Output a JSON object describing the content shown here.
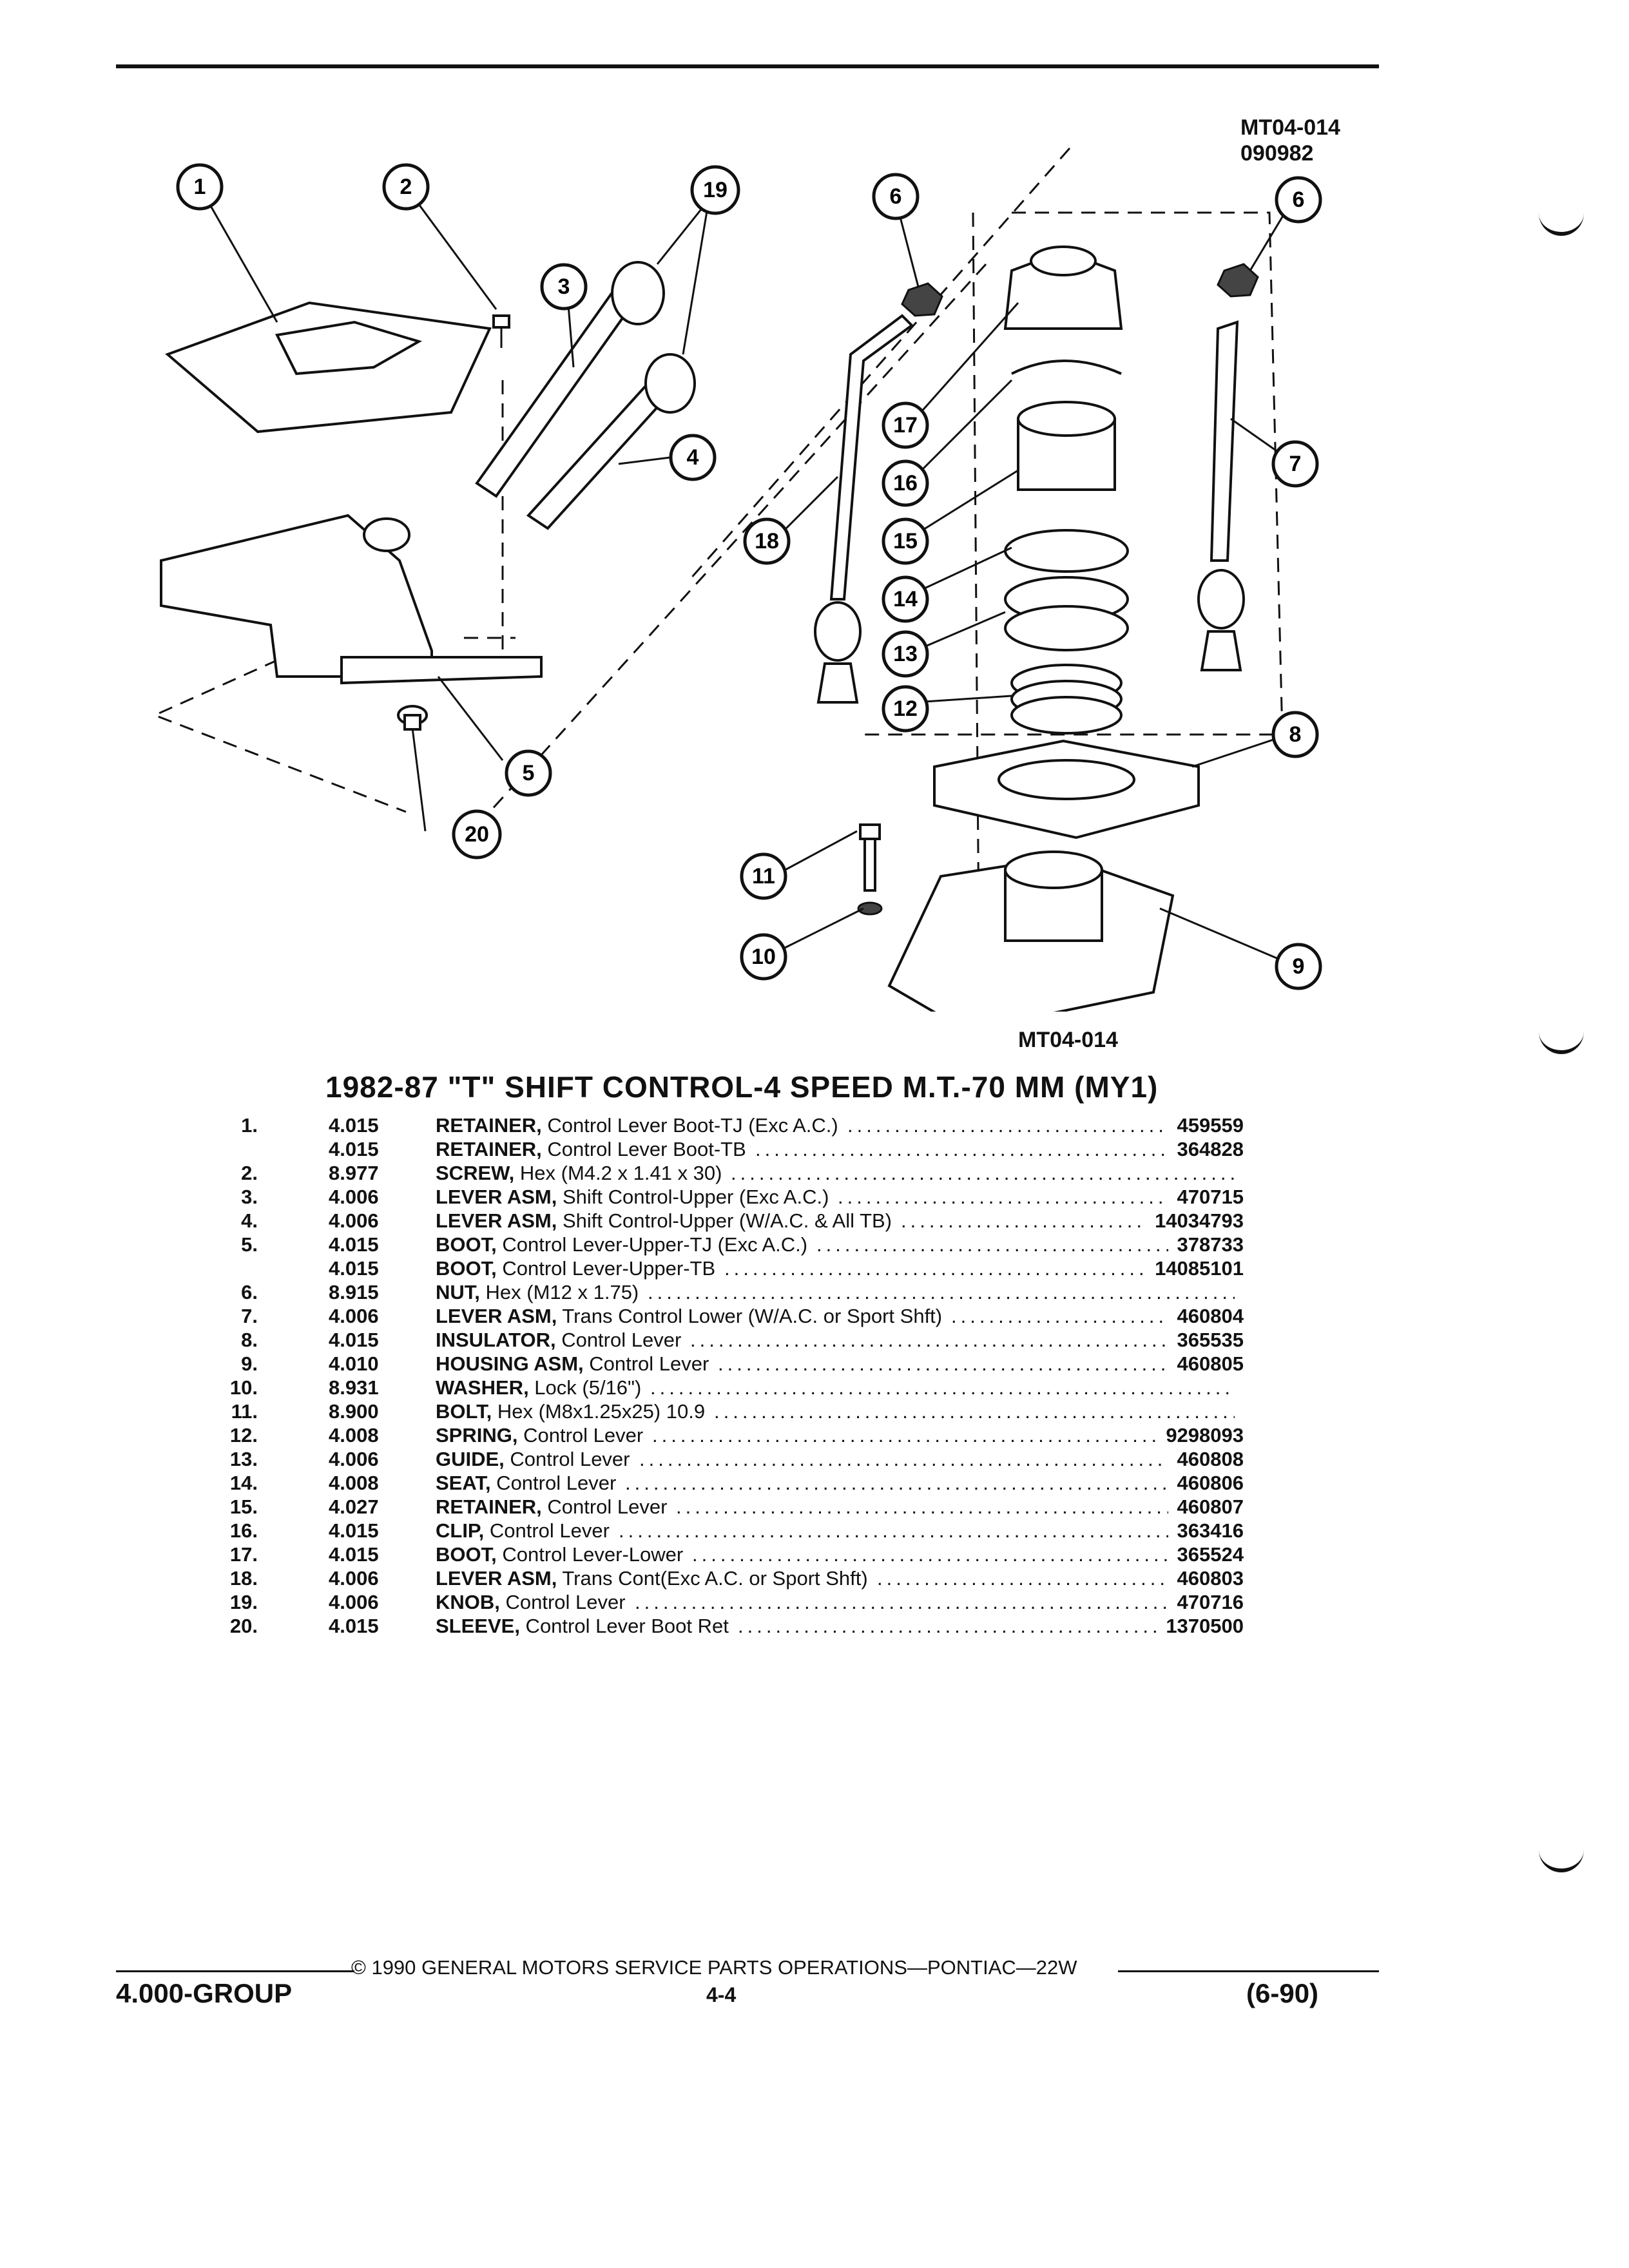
{
  "header": {
    "ref_code_1": "MT04-014",
    "ref_code_2": "090982"
  },
  "figure": {
    "caption": "MT04-014",
    "callouts": [
      "1",
      "2",
      "19",
      "3",
      "4",
      "5",
      "20",
      "6",
      "17",
      "16",
      "15",
      "14",
      "13",
      "12",
      "18",
      "11",
      "10",
      "6",
      "7",
      "8",
      "9"
    ]
  },
  "title": "1982-87 \"T\" SHIFT CONTROL-4 SPEED M.T.-70 MM (MY1)",
  "parts": [
    {
      "num": "1.",
      "group": "4.015",
      "name": "RETAINER,",
      "desc": " Control Lever Boot-TJ (Exc A.C.)",
      "part": "459559"
    },
    {
      "num": "",
      "group": "4.015",
      "name": "RETAINER,",
      "desc": " Control Lever Boot-TB",
      "part": "364828"
    },
    {
      "num": "2.",
      "group": "8.977",
      "name": "SCREW,",
      "desc": " Hex (M4.2 x 1.41 x 30)",
      "part": ""
    },
    {
      "num": "3.",
      "group": "4.006",
      "name": "LEVER ASM,",
      "desc": " Shift Control-Upper (Exc A.C.)",
      "part": "470715"
    },
    {
      "num": "4.",
      "group": "4.006",
      "name": "LEVER ASM,",
      "desc": " Shift Control-Upper (W/A.C. & All TB)",
      "part": "14034793"
    },
    {
      "num": "5.",
      "group": "4.015",
      "name": "BOOT,",
      "desc": " Control Lever-Upper-TJ (Exc A.C.)",
      "part": "378733"
    },
    {
      "num": "",
      "group": "4.015",
      "name": "BOOT,",
      "desc": " Control Lever-Upper-TB",
      "part": "14085101"
    },
    {
      "num": "6.",
      "group": "8.915",
      "name": "NUT,",
      "desc": " Hex (M12 x 1.75)",
      "part": ""
    },
    {
      "num": "7.",
      "group": "4.006",
      "name": "LEVER ASM,",
      "desc": " Trans Control Lower (W/A.C. or Sport Shft)",
      "part": "460804"
    },
    {
      "num": "8.",
      "group": "4.015",
      "name": "INSULATOR,",
      "desc": " Control Lever",
      "part": "365535"
    },
    {
      "num": "9.",
      "group": "4.010",
      "name": "HOUSING ASM,",
      "desc": " Control Lever",
      "part": "460805"
    },
    {
      "num": "10.",
      "group": "8.931",
      "name": "WASHER,",
      "desc": " Lock (5/16\")",
      "part": ""
    },
    {
      "num": "11.",
      "group": "8.900",
      "name": "BOLT,",
      "desc": " Hex (M8x1.25x25) 10.9",
      "part": ""
    },
    {
      "num": "12.",
      "group": "4.008",
      "name": "SPRING,",
      "desc": " Control Lever",
      "part": "9298093"
    },
    {
      "num": "13.",
      "group": "4.006",
      "name": "GUIDE,",
      "desc": " Control Lever",
      "part": "460808"
    },
    {
      "num": "14.",
      "group": "4.008",
      "name": "SEAT,",
      "desc": " Control Lever",
      "part": "460806"
    },
    {
      "num": "15.",
      "group": "4.027",
      "name": "RETAINER,",
      "desc": " Control Lever",
      "part": "460807"
    },
    {
      "num": "16.",
      "group": "4.015",
      "name": "CLIP,",
      "desc": " Control Lever",
      "part": "363416"
    },
    {
      "num": "17.",
      "group": "4.015",
      "name": "BOOT,",
      "desc": " Control Lever-Lower",
      "part": "365524"
    },
    {
      "num": "18.",
      "group": "4.006",
      "name": "LEVER ASM,",
      "desc": " Trans Cont(Exc A.C. or Sport Shft)",
      "part": "460803"
    },
    {
      "num": "19.",
      "group": "4.006",
      "name": "KNOB,",
      "desc": " Control Lever",
      "part": "470716"
    },
    {
      "num": "20.",
      "group": "4.015",
      "name": "SLEEVE,",
      "desc": " Control Lever Boot Ret",
      "part": "1370500"
    }
  ],
  "footer": {
    "copyright": "© 1990 GENERAL MOTORS SERVICE PARTS OPERATIONS—PONTIAC—22W",
    "group": "4.000-GROUP",
    "page": "4-4",
    "date": "(6-90)"
  }
}
